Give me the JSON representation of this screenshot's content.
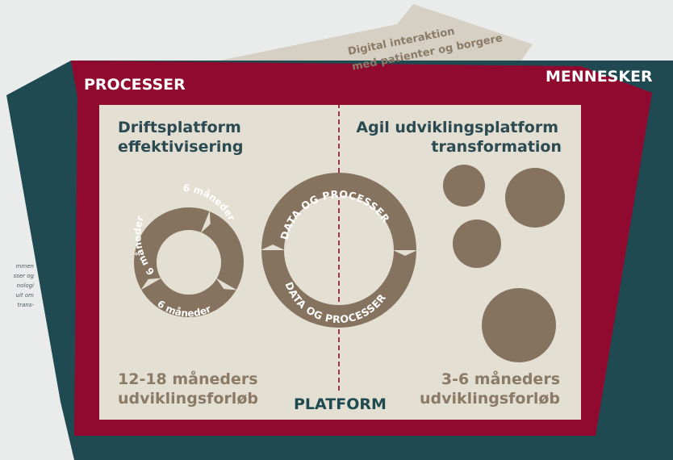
{
  "arrow": {
    "line1": "Digital interaktion",
    "line2": "med patienter og borgere"
  },
  "labels": {
    "processer": "PROCESSER",
    "mennesker": "MENNESKER",
    "platform": "PLATFORM"
  },
  "left": {
    "title1": "Driftsplatform",
    "title2": "effektivisering",
    "cycle": [
      "6 måneder",
      "6 måneder",
      "6 måneder"
    ],
    "footer1": "12-18 måneders",
    "footer2": "udviklingsforløb"
  },
  "center": {
    "ring_top": "DATA OG PROCESSER",
    "ring_bottom": "DATA OG PROCESSER"
  },
  "right": {
    "title1": "Agil udviklingsplatform",
    "title2": "transformation",
    "footer1": "3-6 måneders",
    "footer2": "udviklingsforløb"
  },
  "side_note": [
    "mmen",
    "sser og",
    "nologi",
    "uit om",
    "trans-"
  ],
  "colors": {
    "teal": "#1f4a52",
    "crimson": "#8f0a2e",
    "beige": "#e4dfd3",
    "brown": "#85725f",
    "arrow": "#d5cfc3"
  }
}
